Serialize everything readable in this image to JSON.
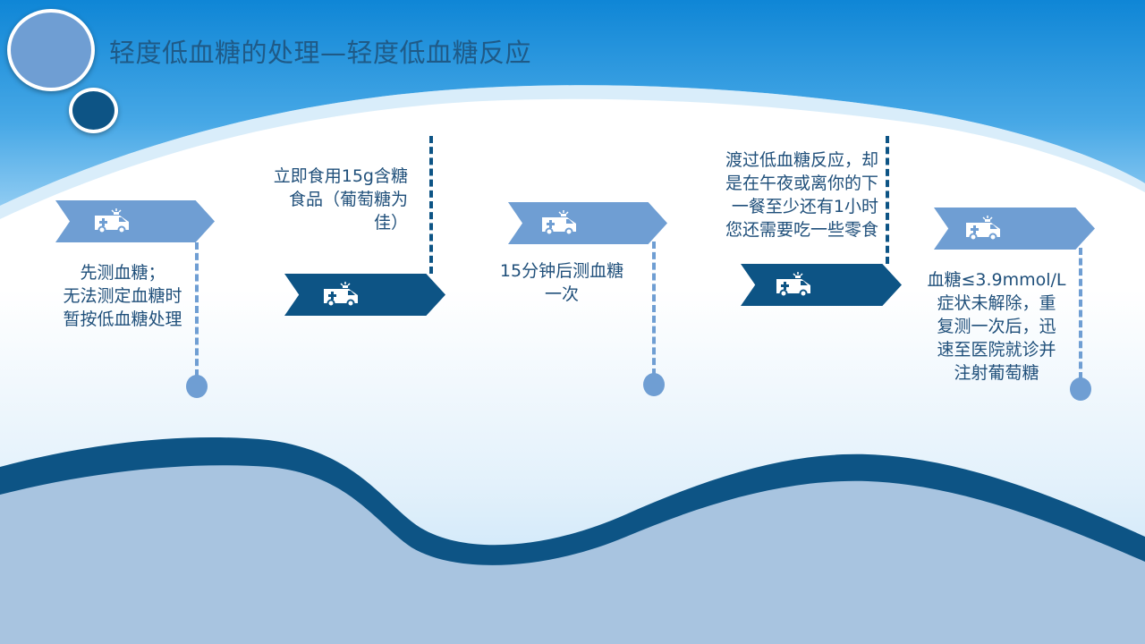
{
  "title": "轻度低血糖的处理—轻度低血糖反应",
  "colors": {
    "accent_light": "#6f9ed3",
    "accent_dark": "#0d5485",
    "header_blue": "#1e8fd8",
    "ground": "#a8c4e0",
    "text": "#1f4f7a"
  },
  "icon": "ambulance-icon",
  "steps": [
    {
      "text": "先测血糖；\n无法测定血糖时\n暂按低血糖处理"
    },
    {
      "text": "立即食用15g含糖\n食品（葡萄糖为\n佳）"
    },
    {
      "text": "15分钟后测血糖\n一次"
    },
    {
      "text": "渡过低血糖反应，却\n是在午夜或离你的下\n一餐至少还有1小时\n您还需要吃一些零食"
    },
    {
      "text": "血糖≤3.9mmol/L\n症状未解除，重\n复测一次后，迅\n速至医院就诊并\n注射葡萄糖"
    }
  ]
}
